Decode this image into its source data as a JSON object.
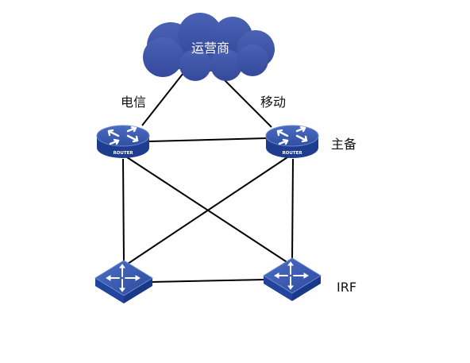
{
  "cloud": {
    "label": "运营商"
  },
  "isp_labels": {
    "telecom": "电信",
    "mobile": "移动"
  },
  "role_labels": {
    "primary_backup": "主备",
    "irf": "IRF"
  },
  "router_badge": "ROUTER",
  "colors": {
    "cloud": "#3f56a8",
    "device_top": "#3b5cb0",
    "device_side": "#1f3a8a",
    "device_front": "#17307a",
    "icon": "#ffffff",
    "link": "#000000"
  },
  "icons": {
    "cloud": "cloud-icon",
    "router": "router-icon",
    "switch": "layer3-switch-icon"
  }
}
